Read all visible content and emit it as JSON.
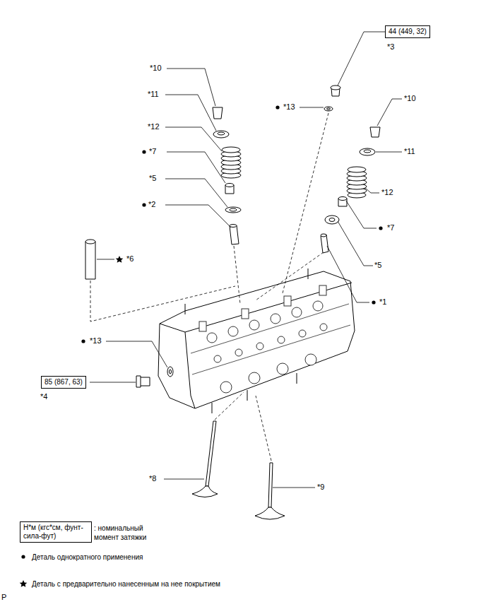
{
  "diagram": {
    "nodes": [
      {
        "text": [
          "44 (449, 32)"
        ]
      },
      {
        "text": [
          "85 (867, 63)"
        ]
      },
      {
        "text": [
          "Н*м (кгс*см, фунт-сила-фут)"
        ]
      }
    ],
    "labels": [
      "*10",
      "*11",
      "*12",
      "*7",
      "*5",
      "*2",
      "*6",
      "*3",
      "*13",
      "*10",
      "*11",
      "*12",
      "*7",
      "*5",
      "*1",
      "*13",
      "*4",
      "*8",
      "*9",
      "P"
    ],
    "legend": [
      {
        "text": ": номинальный момент затяжки"
      },
      {
        "text": "Деталь однократного применения"
      },
      {
        "text": "Деталь с предварительно нанесенным на нее покрытием"
      }
    ]
  }
}
